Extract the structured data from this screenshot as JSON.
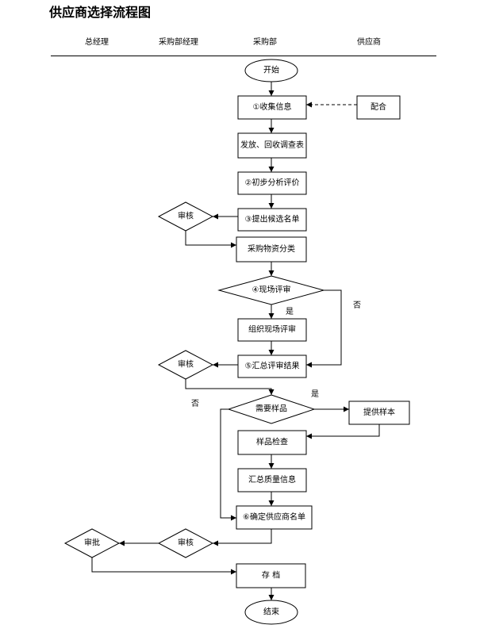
{
  "title": "供应商选择流程图",
  "columns": [
    "总经理",
    "采购部经理",
    "采购部",
    "供应商"
  ],
  "nodes": {
    "start": "开始",
    "collect": "①收集信息",
    "cooperate": "配合",
    "survey": "发放、回收调查表",
    "prelim": "②初步分析评价",
    "shortlist": "③提出候选名单",
    "review1": "审核",
    "classify": "采购物资分类",
    "onsite": "④现场评审",
    "organize": "组织现场评审",
    "summary": "⑤汇总评审结果",
    "review2": "审核",
    "need_sample": "需要样品",
    "provide_sample": "提供样本",
    "inspect": "样品检查",
    "quality": "汇总质量信息",
    "confirm": "⑥确定供应商名单",
    "review3": "审核",
    "approve": "审批",
    "archive": "存 档",
    "end": "结束"
  },
  "edge_labels": {
    "onsite_yes": "是",
    "onsite_no": "否",
    "sample_yes": "是",
    "sample_no": "否"
  }
}
